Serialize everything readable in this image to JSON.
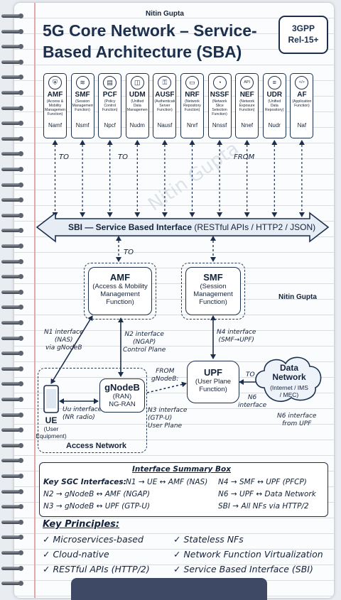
{
  "header": {
    "author": "Nitin Gupta",
    "title_line1": "5G Core Network – Service-",
    "title_line2": "Based Architecture (SBA)",
    "badge": [
      "3GPP",
      "Rel-15+"
    ]
  },
  "watermark": "Nitin Gupta",
  "network_functions": [
    {
      "name": "AMF",
      "desc": "(Access & Mobility Management Function)",
      "iface": "Namf",
      "icon": "shield-icon"
    },
    {
      "name": "SMF",
      "desc": "(Session Management Function)",
      "iface": "Nsmf",
      "icon": "signal-icon"
    },
    {
      "name": "PCF",
      "desc": "(Policy Control Function)",
      "iface": "Npcf",
      "icon": "document-icon"
    },
    {
      "name": "UDM",
      "desc": "(Unified Data Management)",
      "iface": "Nudm",
      "icon": "database-icon"
    },
    {
      "name": "AUSF",
      "desc": "(Authentication Server Function)",
      "iface": "Nausf",
      "icon": "lock-icon"
    },
    {
      "name": "NRF",
      "desc": "(Network Repository Function)",
      "iface": "Nnrf",
      "icon": "folder-icon"
    },
    {
      "name": "NSSF",
      "desc": "(Network Slice Selection Function)",
      "iface": "Nnssf",
      "icon": "slice-icon"
    },
    {
      "name": "NEF",
      "desc": "(Network Exposure Function)",
      "iface": "Nnef",
      "icon": "api-icon"
    },
    {
      "name": "UDR",
      "desc": "(Unified Data Repository)",
      "iface": "Nudr",
      "icon": "storage-icon"
    },
    {
      "name": "AF",
      "desc": "(Application Function)",
      "iface": "Naf",
      "icon": "code-icon"
    }
  ],
  "arrow_labels": {
    "to_1": "TO",
    "to_2": "TO",
    "from_1": "FROM",
    "to_amf": "TO",
    "to_dn": "TO"
  },
  "sbi": {
    "bold": "SBI — Service Based Interface",
    "rest": " (RESTful APIs / HTTP2 / JSON)"
  },
  "amf": {
    "title": "AMF",
    "desc": [
      "(Access & Mobility",
      "Management",
      "Function)"
    ]
  },
  "smf": {
    "title": "SMF",
    "desc": [
      "(Session",
      "Management",
      "Function)"
    ]
  },
  "side_author": "Nitin Gupta",
  "interfaces": {
    "n1": [
      "N1 interface",
      "(NAS)",
      "via gNodeB"
    ],
    "n2": [
      "N2 interface",
      "(NGAP)",
      "Control Plane"
    ],
    "n4": [
      "N4 interface",
      "(SMF→UPF)"
    ],
    "from_gnb": [
      "FROM",
      "gNodeB:"
    ],
    "uu": [
      "Uu interface",
      "(NR radio)"
    ],
    "n3": [
      "N3 interface",
      "(GTP-U)",
      "User Plane"
    ],
    "n6": [
      "N6",
      "interface"
    ],
    "n6b": [
      "N6 interface",
      "from UPF"
    ]
  },
  "upf": {
    "title": "UPF",
    "desc": [
      "(User Plane",
      "Function)"
    ]
  },
  "data_network": {
    "title": [
      "Data",
      "Network"
    ],
    "desc": [
      "(Internet / IMS",
      "/ MEC)"
    ]
  },
  "ue": {
    "title": "UE",
    "desc": [
      "(User",
      "Equipment)"
    ]
  },
  "gnodeb": {
    "title": "gNodeB",
    "desc": [
      "(RAN)",
      "NG-RAN"
    ]
  },
  "access_network": "Access Network",
  "summary": {
    "title": "Interface Summary Box",
    "key_label": "Key SGC Interfaces:",
    "rows_left": [
      "N1 → UE ↔ AMF (NAS)",
      "N2 → gNodeB ↔ AMF (NGAP)",
      "N3 → gNodeB ↔ UPF (GTP-U)"
    ],
    "rows_right": [
      "N4 → SMF ↔ UPF (PFCP)",
      "N6 → UPF ↔ Data Network",
      "SBI → All NFs via HTTP/2"
    ]
  },
  "principles": {
    "title": "Key Principles:",
    "left": [
      "Microservices-based",
      "Cloud-native",
      "RESTful APIs (HTTP/2)"
    ],
    "right": [
      "Stateless NFs",
      "Network Function Virtualization",
      "Service Based Interface (SBI)"
    ]
  }
}
